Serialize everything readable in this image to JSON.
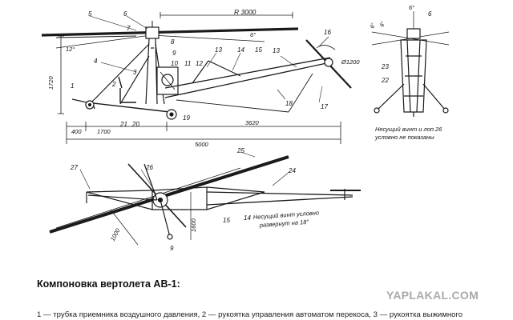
{
  "side_view": {
    "rotor_radius": "R 3000",
    "angle_main": "6°",
    "angle_front": "12°",
    "height": "1720",
    "dims": [
      "400",
      "1700",
      "3620",
      "5000"
    ],
    "tail_rotor_dia": "Ø1200",
    "labels": [
      "1",
      "2",
      "3",
      "4",
      "5",
      "6",
      "7",
      "8",
      "9",
      "10",
      "11",
      "12",
      "13",
      "13",
      "14",
      "15",
      "16",
      "17",
      "18",
      "19",
      "20",
      "21"
    ]
  },
  "front_view": {
    "angle_top": "6°",
    "angle_left_1": "6°",
    "angle_left_2": "6°",
    "labels": [
      "6",
      "23",
      "22"
    ],
    "note_line1": "Несущий винт и лоп.26",
    "note_line2": "условно не показаны"
  },
  "plan_view": {
    "dims": [
      "1600",
      "1000"
    ],
    "labels": [
      "27",
      "26",
      "25",
      "24",
      "15",
      "14",
      "9"
    ],
    "note_line1": "Несущий винт условно",
    "note_line2": "развернут на 18°"
  },
  "caption": "Компоновка вертолета АВ-1:",
  "legend_text": "1 — трубка приемника воздушного давления, 2 — рукоятка управления автоматом перекоса, 3 — рукоятка выжимного",
  "watermark": "YAPLAKAL.COM"
}
